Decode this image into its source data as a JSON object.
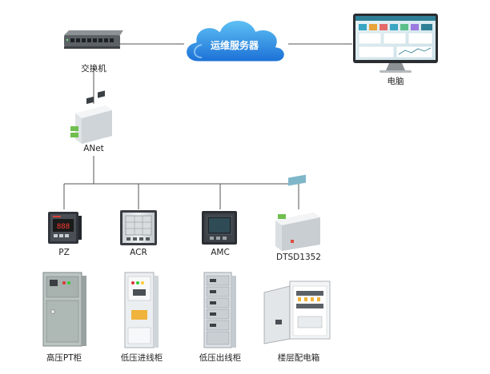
{
  "cloud": {
    "label": "运维服务器"
  },
  "devices": {
    "switch": {
      "label": "交换机"
    },
    "computer": {
      "label": "电脑"
    },
    "anet": {
      "label": "ANet"
    },
    "pz": {
      "label": "PZ"
    },
    "acr": {
      "label": "ACR"
    },
    "amc": {
      "label": "AMC"
    },
    "dtsd": {
      "label": "DTSD1352"
    }
  },
  "cabinets": {
    "hv_pt": {
      "label": "高压PT柜"
    },
    "lv_in": {
      "label": "低压进线柜"
    },
    "lv_out": {
      "label": "低压出线柜"
    },
    "floor_box": {
      "label": "楼层配电箱"
    }
  }
}
